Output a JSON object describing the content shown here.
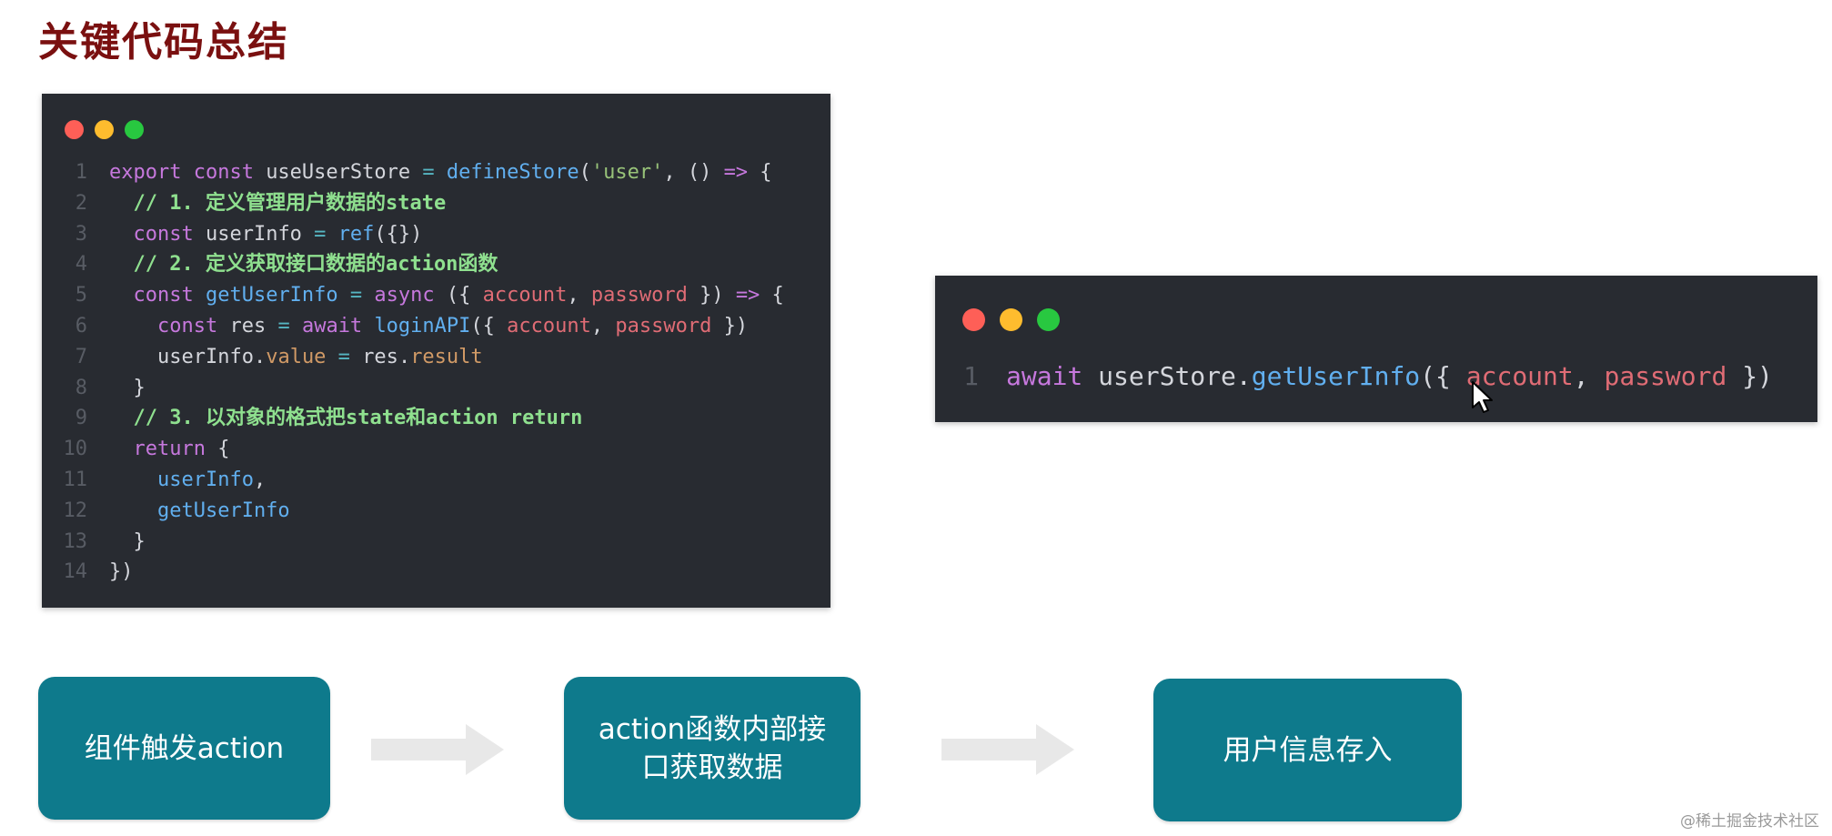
{
  "slide": {
    "title": "关键代码总结"
  },
  "store_code": {
    "lines": [
      {
        "n": "1",
        "tokens": [
          {
            "t": "export const ",
            "c": "kw"
          },
          {
            "t": "useUserStore",
            "c": "plain"
          },
          {
            "t": " = ",
            "c": "op"
          },
          {
            "t": "defineStore",
            "c": "fn"
          },
          {
            "t": "(",
            "c": "plain"
          },
          {
            "t": "'user'",
            "c": "str"
          },
          {
            "t": ", () ",
            "c": "plain"
          },
          {
            "t": "=>",
            "c": "kw"
          },
          {
            "t": " {",
            "c": "plain"
          }
        ]
      },
      {
        "n": "2",
        "tokens": [
          {
            "t": "  // 1. 定义管理用户数据的state",
            "c": "com"
          }
        ]
      },
      {
        "n": "3",
        "tokens": [
          {
            "t": "  const ",
            "c": "kw"
          },
          {
            "t": "userInfo",
            "c": "plain"
          },
          {
            "t": " = ",
            "c": "op"
          },
          {
            "t": "ref",
            "c": "fn"
          },
          {
            "t": "({})",
            "c": "plain"
          }
        ]
      },
      {
        "n": "4",
        "tokens": [
          {
            "t": "  // 2. 定义获取接口数据的action函数",
            "c": "com"
          }
        ]
      },
      {
        "n": "5",
        "tokens": [
          {
            "t": "  const ",
            "c": "kw"
          },
          {
            "t": "getUserInfo",
            "c": "fn"
          },
          {
            "t": " = ",
            "c": "op"
          },
          {
            "t": "async",
            "c": "kw"
          },
          {
            "t": " ({ ",
            "c": "plain"
          },
          {
            "t": "account",
            "c": "var"
          },
          {
            "t": ", ",
            "c": "plain"
          },
          {
            "t": "password",
            "c": "var"
          },
          {
            "t": " }) ",
            "c": "plain"
          },
          {
            "t": "=>",
            "c": "kw"
          },
          {
            "t": " {",
            "c": "plain"
          }
        ]
      },
      {
        "n": "6",
        "tokens": [
          {
            "t": "    const ",
            "c": "kw"
          },
          {
            "t": "res",
            "c": "plain"
          },
          {
            "t": " = ",
            "c": "op"
          },
          {
            "t": "await ",
            "c": "kw"
          },
          {
            "t": "loginAPI",
            "c": "fn"
          },
          {
            "t": "({ ",
            "c": "plain"
          },
          {
            "t": "account",
            "c": "var"
          },
          {
            "t": ", ",
            "c": "plain"
          },
          {
            "t": "password",
            "c": "var"
          },
          {
            "t": " })",
            "c": "plain"
          }
        ]
      },
      {
        "n": "7",
        "tokens": [
          {
            "t": "    userInfo",
            "c": "plain"
          },
          {
            "t": ".",
            "c": "plain"
          },
          {
            "t": "value",
            "c": "prop"
          },
          {
            "t": " = ",
            "c": "op"
          },
          {
            "t": "res",
            "c": "plain"
          },
          {
            "t": ".",
            "c": "plain"
          },
          {
            "t": "result",
            "c": "prop"
          }
        ]
      },
      {
        "n": "8",
        "tokens": [
          {
            "t": "  }",
            "c": "plain"
          }
        ]
      },
      {
        "n": "9",
        "tokens": [
          {
            "t": "  // 3. 以对象的格式把state和action return",
            "c": "com"
          }
        ]
      },
      {
        "n": "10",
        "tokens": [
          {
            "t": "  return ",
            "c": "kw"
          },
          {
            "t": "{",
            "c": "plain"
          }
        ]
      },
      {
        "n": "11",
        "tokens": [
          {
            "t": "    userInfo",
            "c": "fn"
          },
          {
            "t": ",",
            "c": "plain"
          }
        ]
      },
      {
        "n": "12",
        "tokens": [
          {
            "t": "    getUserInfo",
            "c": "fn"
          }
        ]
      },
      {
        "n": "13",
        "tokens": [
          {
            "t": "  }",
            "c": "plain"
          }
        ]
      },
      {
        "n": "14",
        "tokens": [
          {
            "t": "})",
            "c": "plain"
          }
        ]
      }
    ]
  },
  "call_code": {
    "lines": [
      {
        "n": "1",
        "tokens": [
          {
            "t": "await ",
            "c": "kw"
          },
          {
            "t": "userStore",
            "c": "plain"
          },
          {
            "t": ".",
            "c": "plain"
          },
          {
            "t": "getUserInfo",
            "c": "fn"
          },
          {
            "t": "({ ",
            "c": "plain"
          },
          {
            "t": "account",
            "c": "var"
          },
          {
            "t": ", ",
            "c": "plain"
          },
          {
            "t": "password",
            "c": "var"
          },
          {
            "t": " })",
            "c": "plain"
          }
        ]
      }
    ]
  },
  "flow": {
    "step1": "组件触发action",
    "step2": "action函数内部接口获取数据",
    "step3": "用户信息存入"
  },
  "watermark": "@稀土掘金技术社区",
  "colors": {
    "title": "#7a1010",
    "code_bg": "#282b31",
    "step_bg": "#0e7a8c",
    "arrow": "#e8e8e8"
  }
}
